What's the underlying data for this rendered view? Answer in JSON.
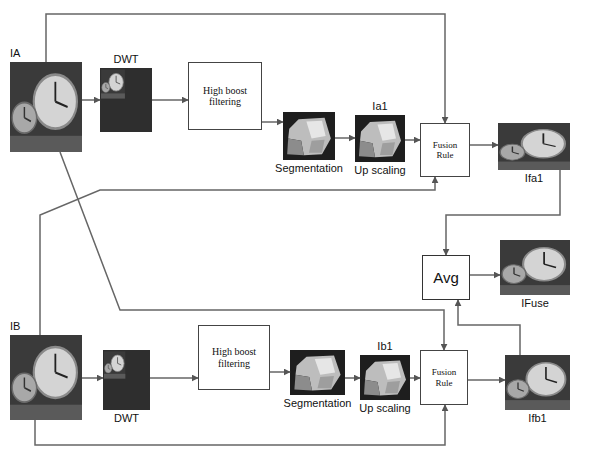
{
  "diagram": {
    "nodes": [
      {
        "text": [
          "IA"
        ]
      },
      {
        "text": [
          "DWT"
        ]
      },
      {
        "text": [
          "High boost filtering"
        ]
      },
      {
        "text": [
          "Segmentation"
        ]
      },
      {
        "text": [
          "Ia1",
          "Up scaling"
        ]
      },
      {
        "text": [
          "Fusion Rule"
        ]
      },
      {
        "text": [
          "Ifa1"
        ]
      },
      {
        "text": [
          "Avg"
        ]
      },
      {
        "text": [
          "IFuse"
        ]
      },
      {
        "text": [
          "IB"
        ]
      },
      {
        "text": [
          "DWT"
        ]
      },
      {
        "text": [
          "High boost filtering"
        ]
      },
      {
        "text": [
          "Segmentation"
        ]
      },
      {
        "text": [
          "Ib1",
          "Up scaling"
        ]
      },
      {
        "text": [
          "Fusion Rule"
        ]
      },
      {
        "text": [
          "Ifb1"
        ]
      }
    ],
    "edges": [
      {
        "from": 0,
        "to": 1,
        "arrow": "to"
      },
      {
        "from": 1,
        "to": 2,
        "arrow": "to"
      },
      {
        "from": 2,
        "to": 3,
        "arrow": "to"
      },
      {
        "from": 3,
        "to": 4,
        "arrow": "to"
      },
      {
        "from": 4,
        "to": 5,
        "arrow": "to"
      },
      {
        "from": 5,
        "to": 6,
        "arrow": "to"
      },
      {
        "from": 0,
        "to": 5,
        "arrow": "to"
      },
      {
        "from": 9,
        "to": 5,
        "arrow": "to"
      },
      {
        "from": 6,
        "to": 7,
        "arrow": "to"
      },
      {
        "from": 7,
        "to": 8,
        "arrow": "to"
      },
      {
        "from": 9,
        "to": 10,
        "arrow": "to"
      },
      {
        "from": 10,
        "to": 11,
        "arrow": "to"
      },
      {
        "from": 11,
        "to": 12,
        "arrow": "to"
      },
      {
        "from": 12,
        "to": 13,
        "arrow": "to"
      },
      {
        "from": 13,
        "to": 14,
        "arrow": "to"
      },
      {
        "from": 14,
        "to": 15,
        "arrow": "to"
      },
      {
        "from": 0,
        "to": 14,
        "arrow": "to"
      },
      {
        "from": 9,
        "to": 14,
        "arrow": "to"
      },
      {
        "from": 15,
        "to": 7,
        "arrow": "to"
      }
    ]
  }
}
